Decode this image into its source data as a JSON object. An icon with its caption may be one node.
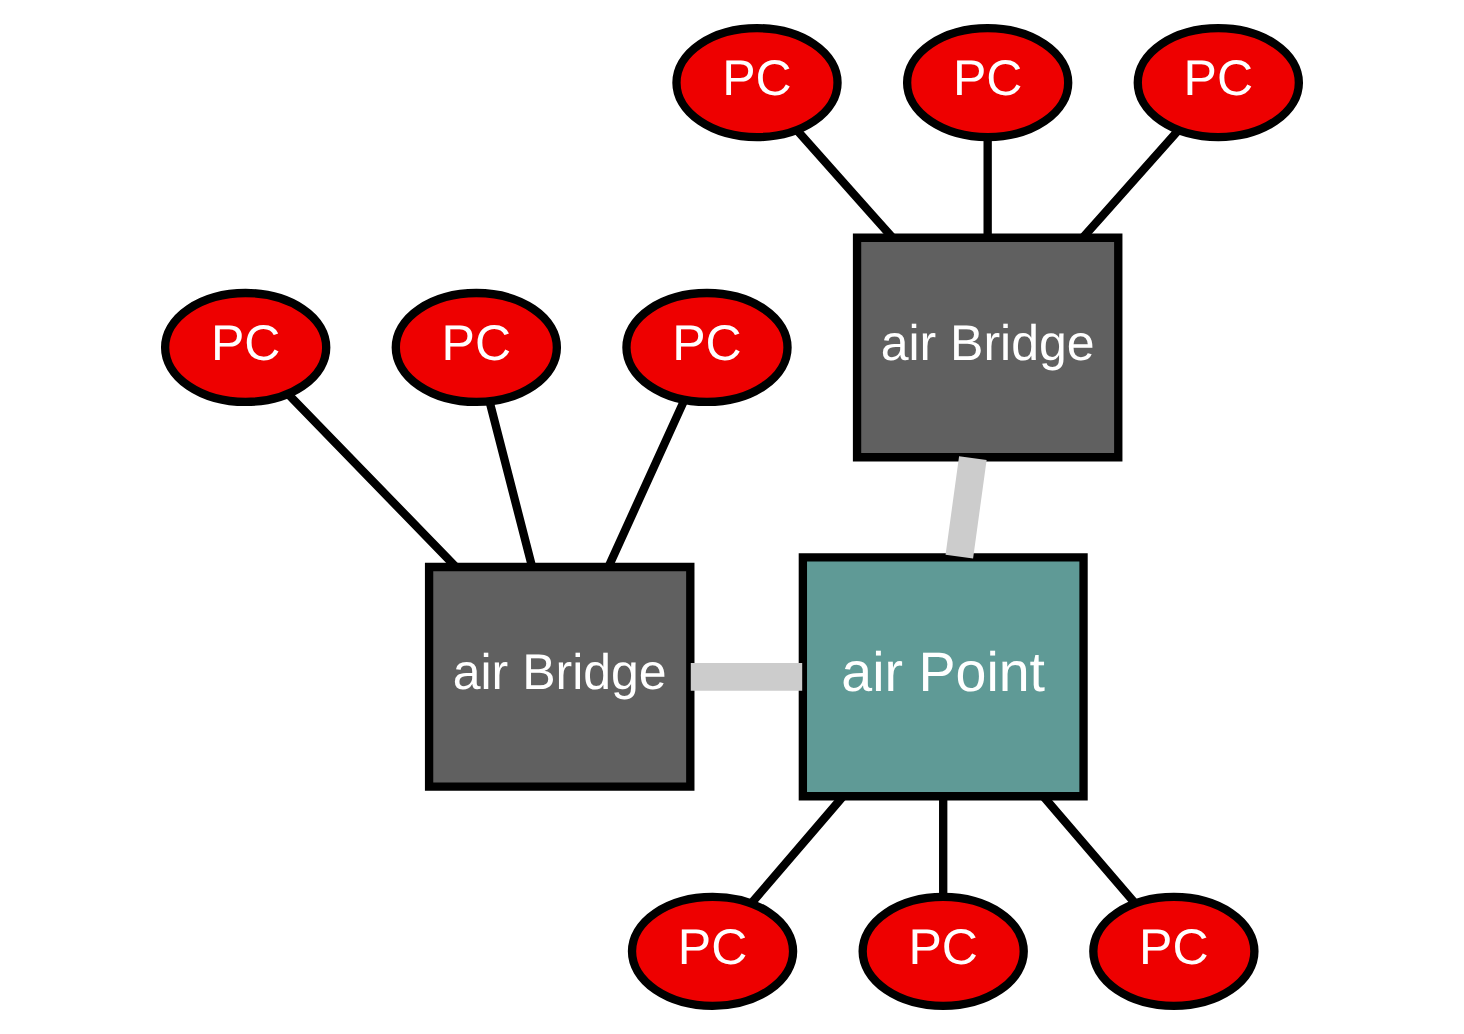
{
  "diagram": {
    "nodes": [
      {
        "text": [
          "PC"
        ]
      },
      {
        "text": [
          "PC"
        ]
      },
      {
        "text": [
          "PC"
        ]
      },
      {
        "text": [
          "air Bridge"
        ]
      },
      {
        "text": [
          "PC"
        ]
      },
      {
        "text": [
          "PC"
        ]
      },
      {
        "text": [
          "air Bridge"
        ]
      },
      {
        "text": [
          "air Point"
        ]
      },
      {
        "text": [
          "PC"
        ]
      },
      {
        "text": [
          "PC"
        ]
      },
      {
        "text": [
          "PC"
        ]
      },
      {
        "text": [
          "PC"
        ]
      }
    ],
    "edges": [
      {
        "from": 0,
        "to": 3,
        "arrow": "none"
      },
      {
        "from": 1,
        "to": 3,
        "arrow": "none"
      },
      {
        "from": 2,
        "to": 3,
        "arrow": "none"
      },
      {
        "from": 4,
        "to": 6,
        "arrow": "none"
      },
      {
        "from": 5,
        "to": 6,
        "arrow": "none"
      },
      {
        "from": 8,
        "to": 6,
        "arrow": "none"
      },
      {
        "from": 6,
        "to": 7,
        "arrow": "none",
        "style": "thick",
        "color": "#cccccc"
      },
      {
        "from": 3,
        "to": 7,
        "arrow": "none",
        "style": "thick",
        "color": "#cccccc"
      },
      {
        "from": 7,
        "to": 9,
        "arrow": "none"
      },
      {
        "from": 7,
        "to": 10,
        "arrow": "none"
      },
      {
        "from": 7,
        "to": 11,
        "arrow": "none"
      }
    ]
  }
}
